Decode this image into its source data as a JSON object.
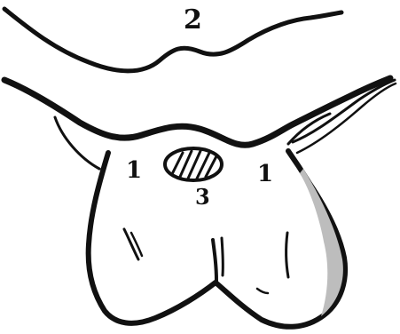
{
  "figure": {
    "colors": {
      "ink": "#111111",
      "paper": "#ffffff",
      "shading": "#bdbdbd"
    },
    "labels": {
      "upper_curve": "2",
      "left_lobe": "1",
      "right_lobe": "1",
      "center_spot": "3"
    }
  }
}
